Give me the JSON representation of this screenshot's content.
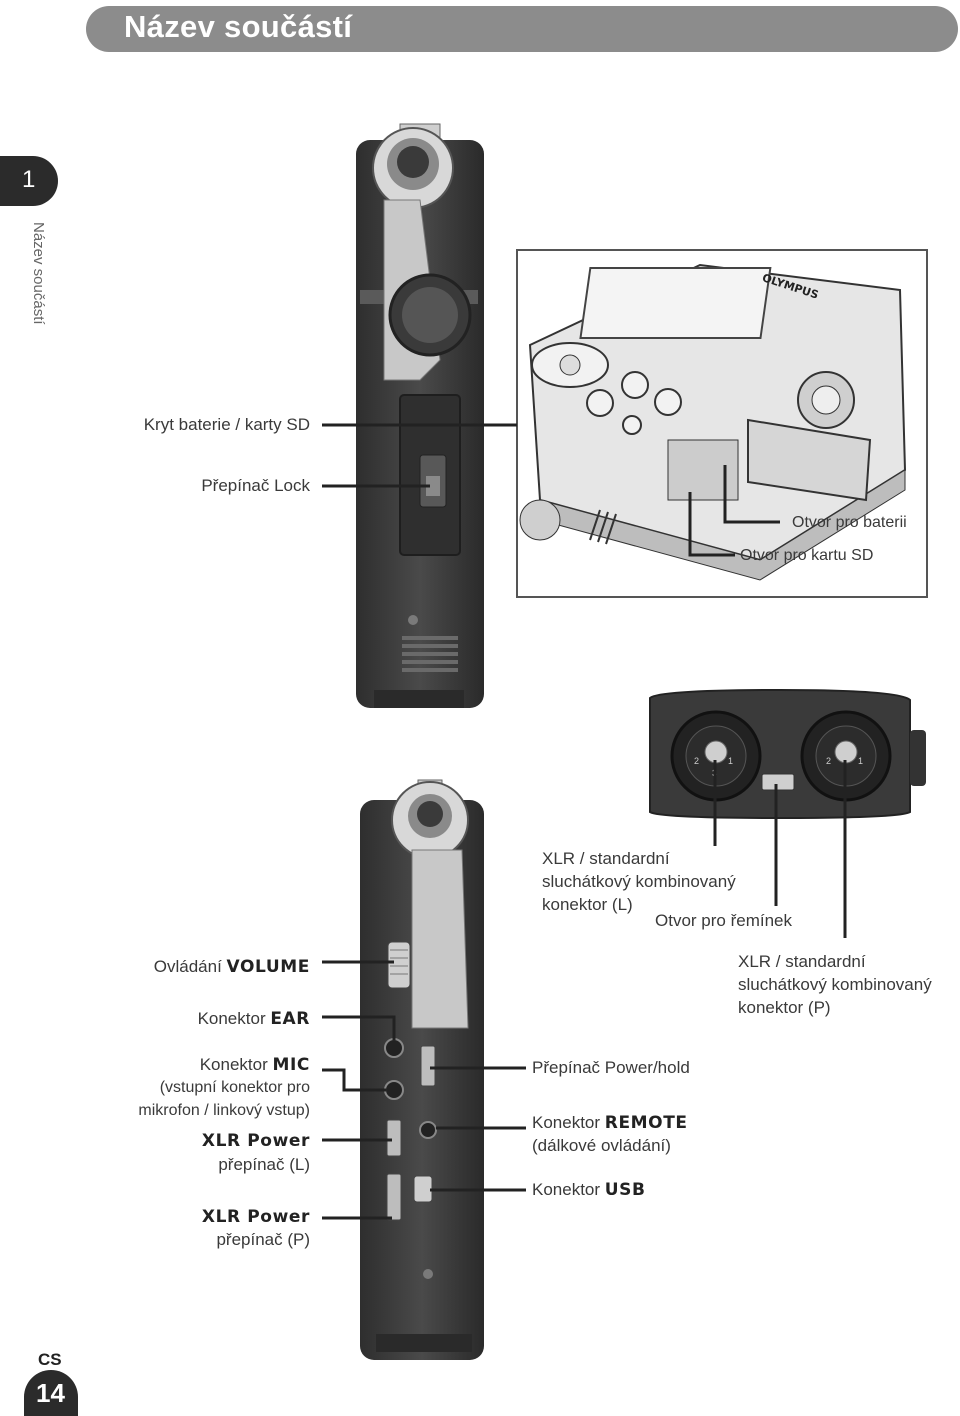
{
  "header": {
    "title": "Název součástí"
  },
  "chapter": {
    "number": "1",
    "side_label": "Název součástí"
  },
  "labels": {
    "battery_cover": "Kryt baterie / karty SD",
    "lock_switch": "Přepínač Lock",
    "battery_slot": "Otvor pro baterii",
    "sd_slot": "Otvor pro kartu SD",
    "xlr_left_1": "XLR / standardní",
    "xlr_left_2": "sluchátkový kombinovaný",
    "xlr_left_3": "konektor (L)",
    "strap_hole": "Otvor pro řemínek",
    "xlr_right_1": "XLR / standardní",
    "xlr_right_2": "sluchátkový kombinovaný",
    "xlr_right_3": "konektor (P)",
    "volume_prefix": "Ovládání ",
    "volume_key": "VOLUME",
    "ear_prefix": "Konektor ",
    "ear_key": "EAR",
    "mic_prefix": "Konektor ",
    "mic_key": "MIC",
    "mic_desc_1": "(vstupní konektor pro",
    "mic_desc_2": "mikrofon / linkový vstup)",
    "xlr_power_l_key": "XLR Power",
    "xlr_power_l_desc": "přepínač (L)",
    "xlr_power_r_key": "XLR Power",
    "xlr_power_r_desc": "přepínač (P)",
    "power_hold": "Přepínač Power/hold",
    "remote_prefix": "Konektor ",
    "remote_key": "REMOTE",
    "remote_desc": "(dálkové ovládání)",
    "usb_prefix": "Konektor ",
    "usb_key": "USB"
  },
  "device": {
    "brand": "OLYMPUS",
    "pin_2": "2",
    "pin_1": "1",
    "pin_3": "3"
  },
  "footer": {
    "lang": "CS",
    "page": "14"
  },
  "colors": {
    "header_bar": "#8c8c8c",
    "dark_tab": "#2b2b2b",
    "device_body": "#3c3c3c",
    "device_light": "#bdbdbd"
  }
}
